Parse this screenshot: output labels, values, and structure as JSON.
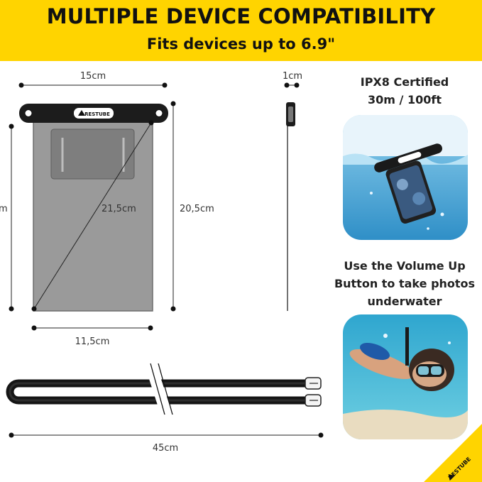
{
  "header": {
    "headline": "MULTIPLE DEVICE COMPATIBILITY",
    "subhead": "Fits devices up to 6.9\""
  },
  "dimensions": {
    "width_top": "15cm",
    "thickness": "1cm",
    "height_left_partial": "m",
    "diagonal": "21,5cm",
    "height_right": "20,5cm",
    "width_bottom": "11,5cm",
    "strap_length": "45cm"
  },
  "brand": {
    "logo_text": "RESTUBE",
    "color": "#ffd400"
  },
  "features": {
    "cert_line1": "IPX8 Certified",
    "cert_line2": "30m / 100ft",
    "volume_line1": "Use the Volume Up",
    "volume_line2": "Button to take photos",
    "volume_line3": "underwater"
  },
  "icons": [
    "restube-logo-icon",
    "strap-buckle-icon",
    "break-mark-icon"
  ]
}
